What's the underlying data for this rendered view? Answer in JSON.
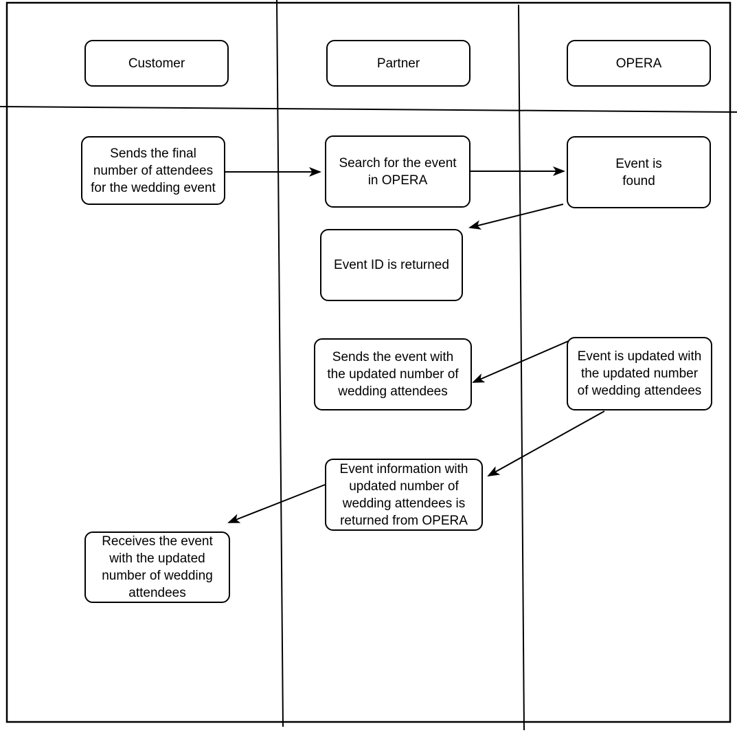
{
  "diagram": {
    "type": "swimlane-flowchart",
    "colors": {
      "ink": "#000000",
      "background": "#ffffff"
    },
    "lanes": [
      {
        "id": "customer",
        "label": "Customer"
      },
      {
        "id": "partner",
        "label": "Partner"
      },
      {
        "id": "opera",
        "label": "OPERA"
      }
    ],
    "nodes": [
      {
        "id": "send-final-attendees",
        "lane": "customer",
        "label": "Sends the final\nnumber of attendees\nfor the wedding event"
      },
      {
        "id": "search-event",
        "lane": "partner",
        "label": "Search for the event\nin OPERA"
      },
      {
        "id": "event-found",
        "lane": "opera",
        "label": "Event is\nfound"
      },
      {
        "id": "event-id-returned",
        "lane": "partner",
        "label": "Event ID is returned"
      },
      {
        "id": "sends-updated-event",
        "lane": "partner",
        "label": "Sends the event with\nthe updated number of\nwedding attendees"
      },
      {
        "id": "event-updated",
        "lane": "opera",
        "label": "Event is updated with\nthe updated number\nof wedding attendees"
      },
      {
        "id": "event-info-returned",
        "lane": "partner",
        "label": "Event information with\nupdated number of\nwedding attendees is\nreturned from OPERA"
      },
      {
        "id": "receives-updated-event",
        "lane": "customer",
        "label": "Receives the event\nwith the updated\nnumber of wedding\nattendees"
      }
    ],
    "edges": [
      {
        "from": "send-final-attendees",
        "to": "search-event"
      },
      {
        "from": "search-event",
        "to": "event-found"
      },
      {
        "from": "event-found",
        "to": "event-id-returned"
      },
      {
        "from": "event-updated",
        "to": "sends-updated-event"
      },
      {
        "from": "event-updated",
        "to": "event-info-returned"
      },
      {
        "from": "event-info-returned",
        "to": "receives-updated-event"
      }
    ]
  }
}
